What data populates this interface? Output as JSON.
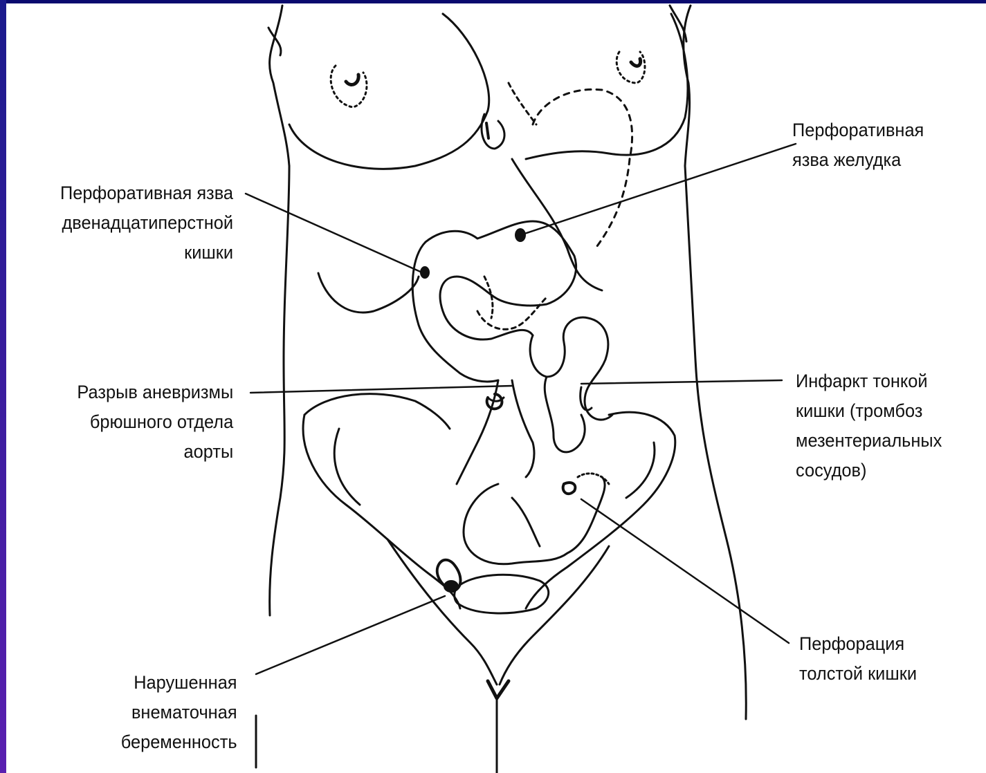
{
  "colors": {
    "background": "#ffffff",
    "ink": "#111111",
    "border_top": "#0a0a6e",
    "border_left_top": "#1a1a8c",
    "border_left_bottom": "#5a1fb0"
  },
  "labels": {
    "duodenal_ulcer": [
      "Перфоративная язва",
      "двенадцатиперстной",
      "кишки"
    ],
    "gastric_ulcer": [
      "Перфоративная",
      "язва желудка"
    ],
    "aortic_aneurysm": [
      "Разрыв аневризмы",
      "брюшного отдела",
      "аорты"
    ],
    "small_bowel_infarct": [
      "Инфаркт тонкой",
      "кишки (тромбоз",
      "мезентериальных",
      "сосудов)"
    ],
    "ectopic_pregnancy": [
      "Нарушенная",
      "внематочная",
      "беременность"
    ],
    "colon_perforation": [
      "Перфорация",
      "толстой кишки"
    ]
  }
}
